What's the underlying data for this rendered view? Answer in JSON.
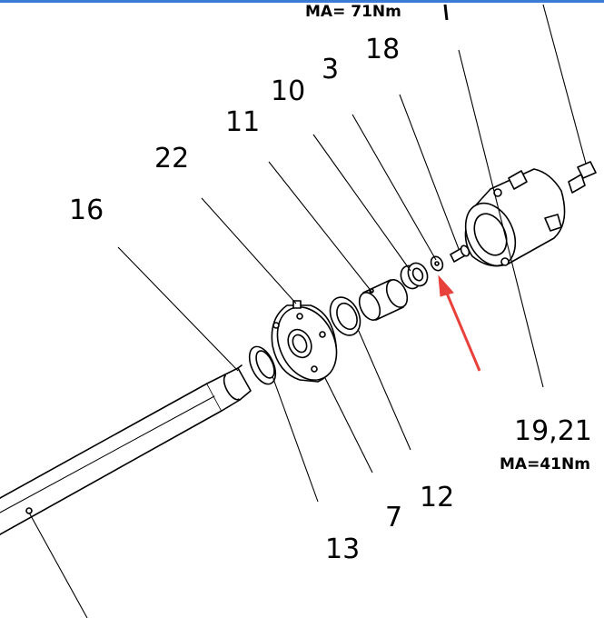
{
  "top_torque": "MA= 71Nm",
  "labels": {
    "p18": "18",
    "p3": "3",
    "p10": "10",
    "p11": "11",
    "p22": "22",
    "p16": "16",
    "p13": "13",
    "p7": "7",
    "p12": "12",
    "p19_21": "19,21"
  },
  "bottom_torque": "MA=41Nm",
  "colors": {
    "line": "#000000",
    "arrow": "#e8413b",
    "top_bar": "#3b7bd4"
  }
}
